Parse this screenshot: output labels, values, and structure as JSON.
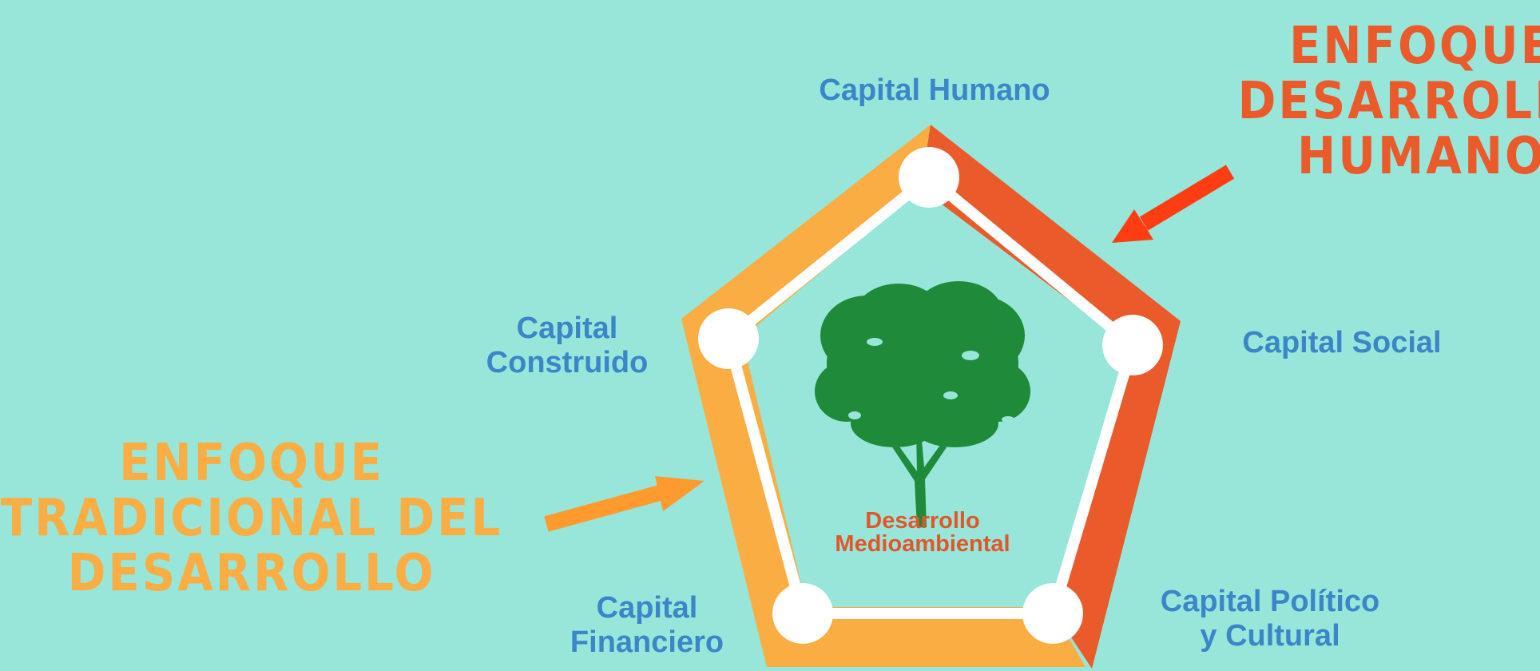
{
  "diagram": {
    "nodes": {
      "top": "Capital Humano",
      "right": "Capital Social",
      "left_line1": "Capital",
      "left_line2": "Construido",
      "bottom_left_line1": "Capital",
      "bottom_left_line2": "Financiero",
      "bottom_right_line1": "Capital Político",
      "bottom_right_line2": "y Cultural"
    },
    "center": {
      "line1": "Desarrollo",
      "line2": "Medioambiental"
    },
    "approaches": {
      "human": {
        "lines": [
          "ENFOQUE",
          "DESARROLLO",
          "HUMANO"
        ]
      },
      "traditional": {
        "lines": [
          "ENFOQUE",
          "TRADICIONAL DEL",
          "DESARROLLO"
        ]
      }
    },
    "colors": {
      "background": "#97e6d9",
      "orange": "#f9ad42",
      "red_orange": "#ea5a2b",
      "arrow_red": "#ff3d12",
      "arrow_orange": "#ff9a2e",
      "label_blue": "#3a86c8",
      "tree_green": "#1e8a3a"
    }
  }
}
